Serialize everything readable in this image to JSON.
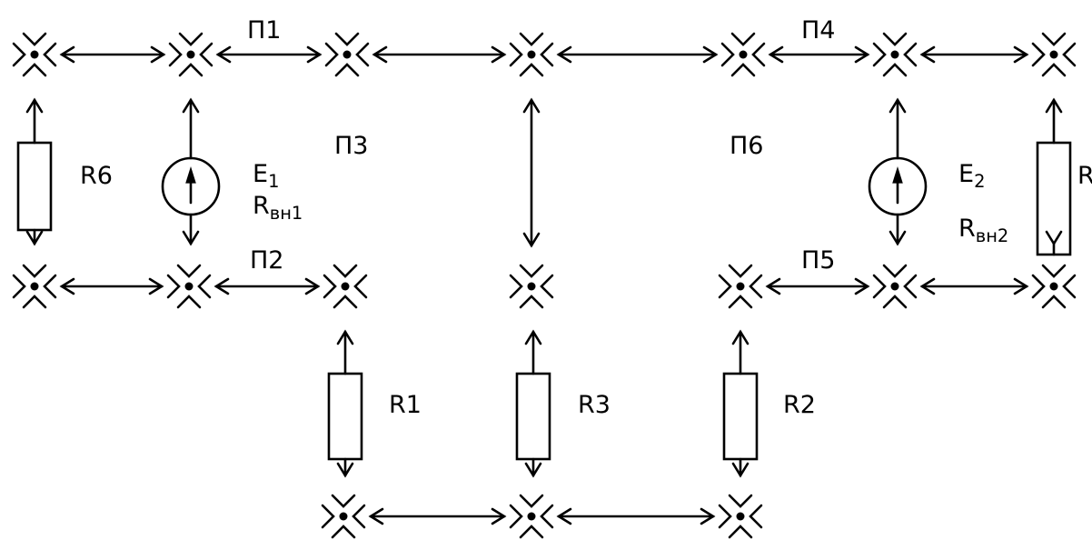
{
  "colors": {
    "ink": "#000000",
    "background": "#ffffff"
  },
  "labels": {
    "p1": "П1",
    "p2": "П2",
    "p3": "П3",
    "p4": "П4",
    "p5": "П5",
    "p6": "П6",
    "r1": "R1",
    "r2": "R2",
    "r3": "R3",
    "r6": "R6",
    "r_right": "R",
    "e1_letter": "E",
    "e1_index": "1",
    "rvn1_letter": "R",
    "rvn1_index": "вн1",
    "e2_letter": "E",
    "e2_index": "2",
    "rvn2_letter": "R",
    "rvn2_index": "вн2"
  },
  "icons": {
    "connector": "connector-node-icon",
    "resistor": "resistor-icon",
    "source": "voltage-source-icon"
  }
}
